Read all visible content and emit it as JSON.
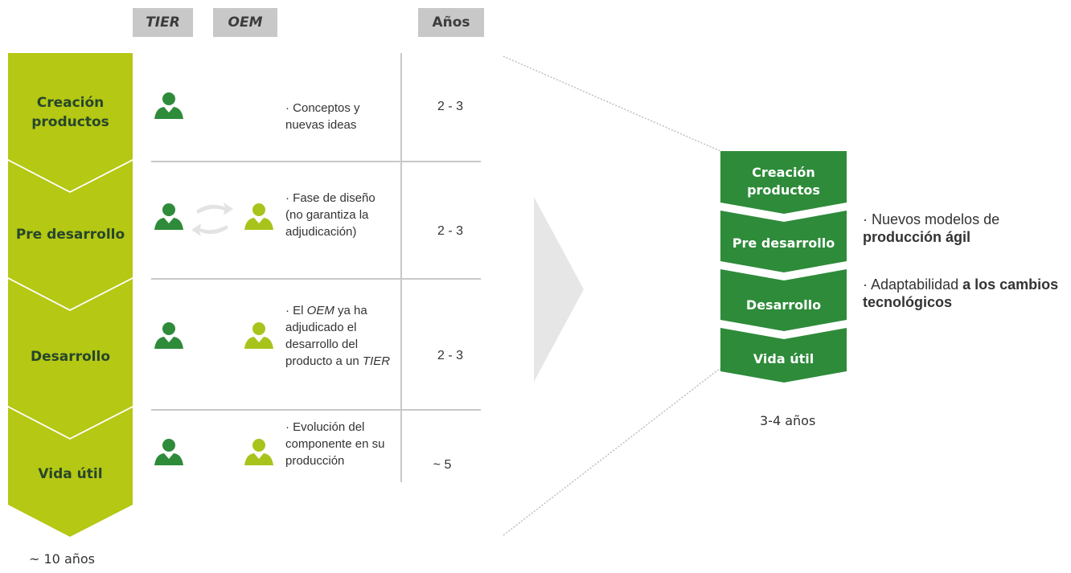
{
  "headers": {
    "tier": "TIER",
    "oem": "OEM",
    "years": "Años"
  },
  "stages": [
    {
      "label": "Creación productos",
      "years": "2 - 3",
      "description": "· Conceptos y nuevas ideas",
      "oem_involved": false,
      "exchange": false
    },
    {
      "label": "Pre desarrollo",
      "years": "2 - 3",
      "description": "· Fase de diseño (no garantiza la adjudicación)",
      "oem_involved": true,
      "exchange": true
    },
    {
      "label": "Desarrollo",
      "years": "2 - 3",
      "description_parts": [
        "· El ",
        "OEM",
        " ya ha adjudicado el desarrollo del producto a un ",
        "TIER"
      ],
      "oem_involved": true,
      "exchange": false
    },
    {
      "label": "Vida útil",
      "years": "~ 5",
      "description": "· Evolución del componente en su producción",
      "oem_involved": true,
      "exchange": false
    }
  ],
  "total_left": "~ 10 años",
  "right_stages": [
    "Creación productos",
    "Pre desarrollo",
    "Desarrollo",
    "Vida útil"
  ],
  "total_right": "3-4 años",
  "bullets": [
    {
      "prefix": "· Nuevos modelos de ",
      "bold": "producción ágil"
    },
    {
      "prefix": "· Adaptabilidad ",
      "bold": "a los cambios tecnológicos"
    }
  ],
  "colors": {
    "lime": "#b4c814",
    "dark_green": "#2e8b3a",
    "light_green": "#a8c41c",
    "grey": "#c8c8c8",
    "arrow_grey": "#e6e6e6"
  },
  "icons": {
    "tier": "person-dark-green-icon",
    "oem": "person-light-green-icon",
    "exchange": "exchange-arrows-icon"
  }
}
